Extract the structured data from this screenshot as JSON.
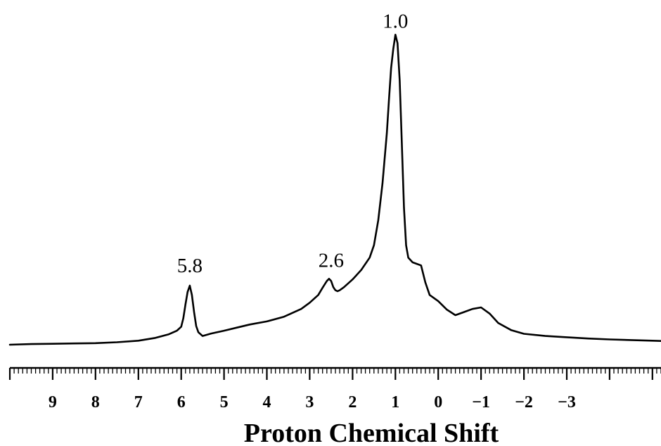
{
  "chart_data": {
    "type": "line",
    "title": "",
    "xlabel": "Proton Chemical Shift",
    "ylabel": "",
    "x_reversed": true,
    "xlim": [
      10.0,
      -5.2
    ],
    "ylim": [
      0,
      1
    ],
    "grid": false,
    "x_ticks": [
      9,
      8,
      7,
      6,
      5,
      4,
      3,
      2,
      1,
      0,
      -1,
      -2,
      -3
    ],
    "x_tick_labels": [
      "9",
      "8",
      "7",
      "6",
      "5",
      "4",
      "3",
      "2",
      "1",
      "0",
      "−1",
      "−2",
      "−3"
    ],
    "annotations": [
      {
        "text": "5.8",
        "x": 5.8,
        "y": 0.21
      },
      {
        "text": "2.6",
        "x": 2.5,
        "y": 0.227
      },
      {
        "text": "1.0",
        "x": 1.0,
        "y": 0.997
      }
    ],
    "series": [
      {
        "color": "#000000",
        "x": [
          10.0,
          9.5,
          9.0,
          8.5,
          8.0,
          7.5,
          7.0,
          6.6,
          6.3,
          6.1,
          6.0,
          5.95,
          5.9,
          5.85,
          5.8,
          5.75,
          5.7,
          5.65,
          5.6,
          5.5,
          5.3,
          5.0,
          4.7,
          4.4,
          4.0,
          3.6,
          3.2,
          3.0,
          2.8,
          2.7,
          2.6,
          2.55,
          2.5,
          2.45,
          2.4,
          2.35,
          2.3,
          2.2,
          2.0,
          1.8,
          1.6,
          1.5,
          1.4,
          1.3,
          1.2,
          1.15,
          1.1,
          1.05,
          1.0,
          0.95,
          0.9,
          0.85,
          0.8,
          0.75,
          0.7,
          0.6,
          0.5,
          0.4,
          0.3,
          0.2,
          0.1,
          0.0,
          -0.2,
          -0.4,
          -0.6,
          -0.8,
          -1.0,
          -1.2,
          -1.4,
          -1.7,
          -2.0,
          -2.5,
          -3.0,
          -3.5,
          -4.0,
          -4.5,
          -5.0,
          -5.2
        ],
        "values": [
          0.0,
          0.002,
          0.003,
          0.004,
          0.005,
          0.008,
          0.013,
          0.022,
          0.033,
          0.045,
          0.058,
          0.085,
          0.13,
          0.17,
          0.19,
          0.16,
          0.105,
          0.06,
          0.04,
          0.028,
          0.036,
          0.045,
          0.055,
          0.065,
          0.075,
          0.09,
          0.115,
          0.135,
          0.16,
          0.183,
          0.205,
          0.212,
          0.205,
          0.185,
          0.175,
          0.172,
          0.175,
          0.185,
          0.21,
          0.24,
          0.28,
          0.32,
          0.4,
          0.52,
          0.68,
          0.79,
          0.89,
          0.95,
          0.997,
          0.97,
          0.85,
          0.65,
          0.44,
          0.32,
          0.28,
          0.265,
          0.26,
          0.255,
          0.2,
          0.16,
          0.15,
          0.14,
          0.113,
          0.095,
          0.105,
          0.115,
          0.12,
          0.1,
          0.07,
          0.047,
          0.035,
          0.028,
          0.024,
          0.02,
          0.017,
          0.015,
          0.013,
          0.012
        ]
      }
    ]
  }
}
